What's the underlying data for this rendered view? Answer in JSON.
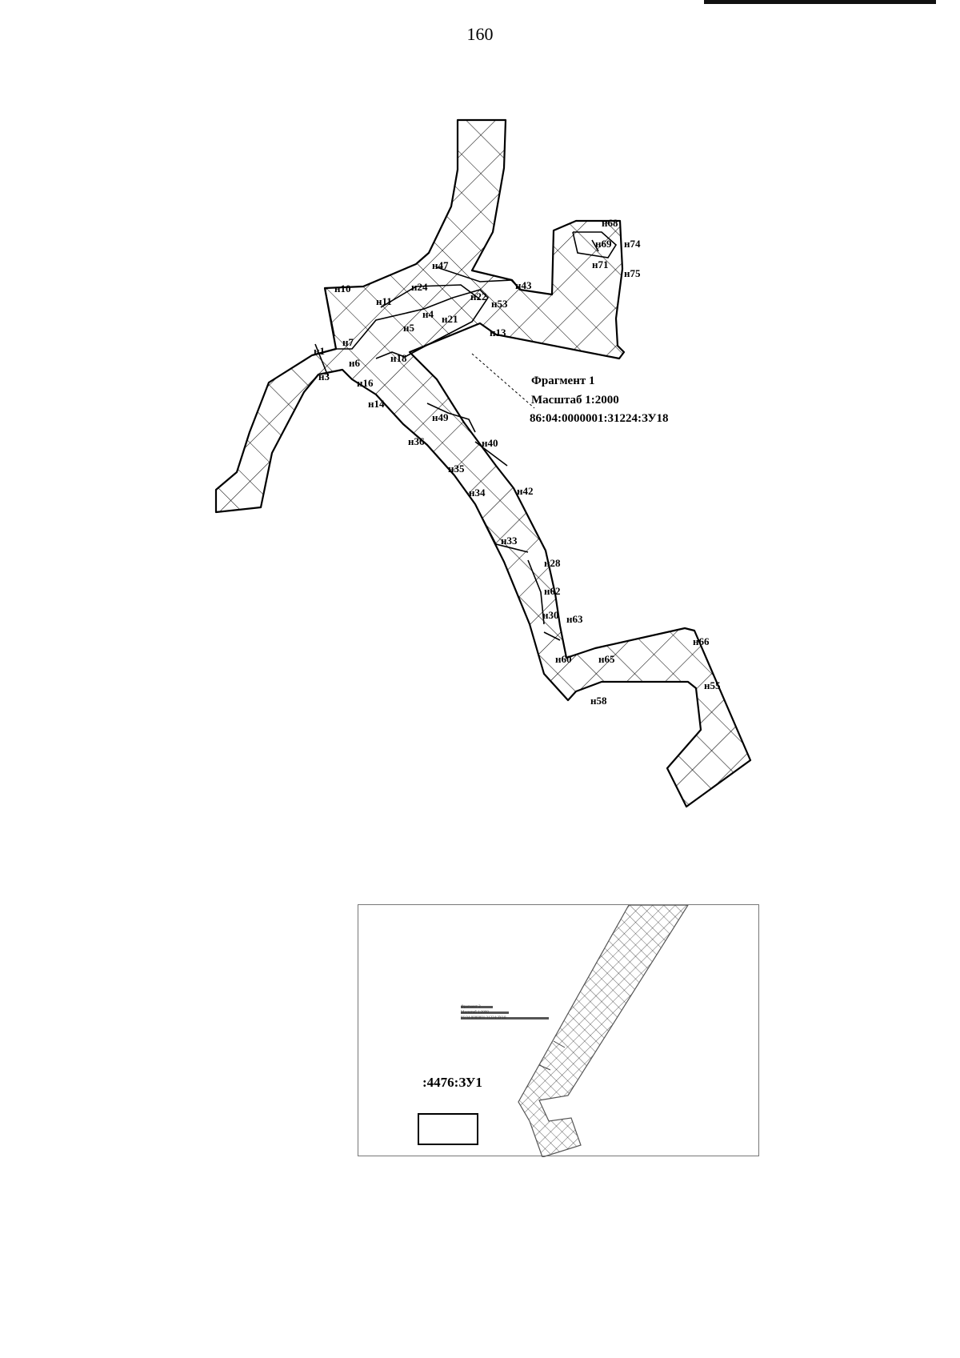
{
  "page": {
    "number": "160"
  },
  "fragment": {
    "title": "Фрагмент 1",
    "scale": "Масштаб 1:2000",
    "cadastral": "86:04:0000001:31224:ЗУ18"
  },
  "points": [
    "н68",
    "н69",
    "н74",
    "н71",
    "н75",
    "н47",
    "н43",
    "н10",
    "н24",
    "н22",
    "н11",
    "н53",
    "н4",
    "н21",
    "н5",
    "н13",
    "н7",
    "н1",
    "н6",
    "н18",
    "н3",
    "н16",
    "н14",
    "н49",
    "н36",
    "н40",
    "н35",
    "н34",
    "н42",
    "н33",
    "н28",
    "н62",
    "н30",
    "н63",
    "н60",
    "н65",
    "н66",
    "н55",
    "н58"
  ],
  "inset": {
    "label": ":4476:ЗУ1",
    "legend_lines": [
      "Фрагмент 2",
      "Масштаб 1:2000",
      "86:04:0000001:31224:ЗУ18"
    ]
  }
}
